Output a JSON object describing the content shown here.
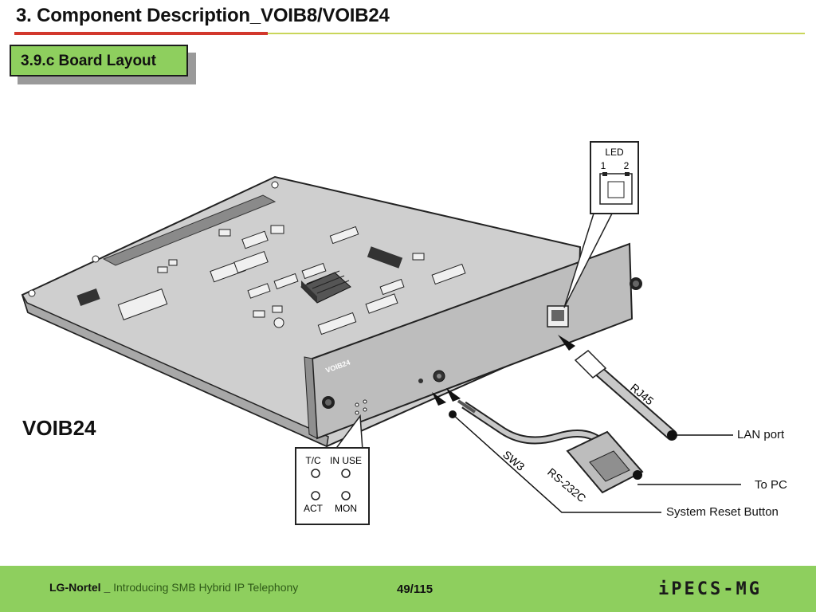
{
  "slide": {
    "title": "3. Component Description_VOIB8/VOIB24",
    "section": "3.9.c  Board Layout",
    "board_name": "VOIB24"
  },
  "diagram": {
    "faceplate_label": "VOIB24",
    "led_box": {
      "title": "LED",
      "led1": "1",
      "led2": "2"
    },
    "status_box": {
      "tc": "T/C",
      "in_use": "IN USE",
      "act": "ACT",
      "mon": "MON"
    },
    "cable_labels": {
      "rj45": "RJ45",
      "sw3": "SW3",
      "rs232c": "RS-232C"
    },
    "callouts": {
      "lan_port": "LAN port",
      "to_pc": "To PC",
      "reset": "System Reset Button"
    }
  },
  "footer": {
    "company": "LG-Nortel _",
    "subtitle": "Introducing SMB Hybrid IP Telephony",
    "page": "49/115",
    "logo": "iPECS-MG"
  },
  "colors": {
    "accent_green": "#8ecf5e",
    "title_red": "#d2372c",
    "board_gray": "#cfcfcf"
  }
}
